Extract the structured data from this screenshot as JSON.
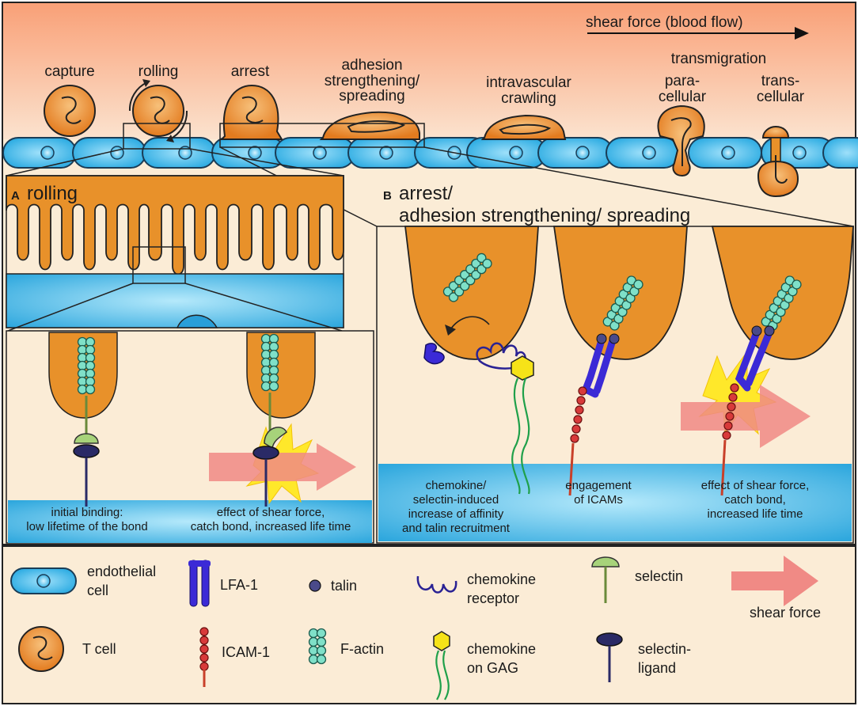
{
  "top": {
    "shear_label": "shear force (blood flow)",
    "steps": {
      "capture": "capture",
      "rolling": "rolling",
      "arrest": "arrest",
      "adhesion_1": "adhesion",
      "adhesion_2": "strengthening/",
      "adhesion_3": "spreading",
      "crawling_1": "intravascular",
      "crawling_2": "crawling",
      "transmigration": "transmigration",
      "para_1": "para-",
      "para_2": "cellular",
      "trans_1": "trans-",
      "trans_2": "cellular"
    }
  },
  "panel_a": {
    "letter": "A",
    "title": "rolling",
    "caption_left_1": "initial binding:",
    "caption_left_2": "low lifetime of the bond",
    "caption_right_1": "effect of shear force,",
    "caption_right_2": "catch bond, increased life time"
  },
  "panel_b": {
    "letter": "B",
    "title_1": "arrest/",
    "title_2": "adhesion strengthening/ spreading",
    "cap1_1": "chemokine/",
    "cap1_2": "selectin-induced",
    "cap1_3": "increase of affinity",
    "cap1_4": "and talin recruitment",
    "cap2_1": "engagement",
    "cap2_2": "of ICAMs",
    "cap3_1": "effect of shear force,",
    "cap3_2": "catch bond,",
    "cap3_3": "increased life time"
  },
  "legend": {
    "endothelial_1": "endothelial",
    "endothelial_2": "cell",
    "lfa1": "LFA-1",
    "talin": "talin",
    "chemokine_receptor_1": "chemokine",
    "chemokine_receptor_2": "receptor",
    "selectin": "selectin",
    "shear_force": "shear force",
    "tcell": "T cell",
    "icam1": "ICAM-1",
    "factin": "F-actin",
    "chemokine_gag_1": "chemokine",
    "chemokine_gag_2": "on GAG",
    "selectin_ligand_1": "selectin-",
    "selectin_ligand_2": "ligand"
  },
  "colors": {
    "orange": "#e8912a",
    "endothelium": "#27a9e1",
    "actin": "#7fe0c8",
    "lfa1": "#3b2ad6",
    "icam": "#d83a3a",
    "selectin": "#a7d37a",
    "ligand": "#2a2a66",
    "shear": "#f08a85",
    "background": "#fbecd6"
  }
}
